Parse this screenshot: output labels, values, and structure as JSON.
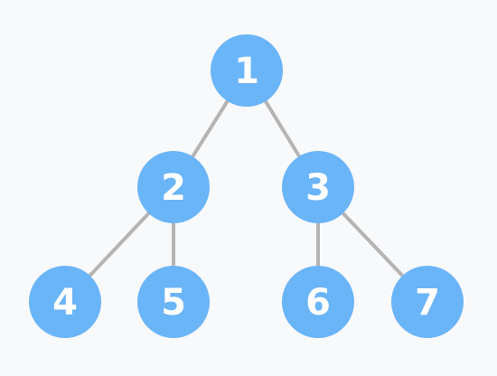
{
  "tree": {
    "background_color": "#f8f9fb",
    "node_color": "#6ab4f8",
    "edge_color": "#b4b4b4",
    "label_color": "#ffffff",
    "nodes": [
      {
        "id": "n1",
        "label": "1"
      },
      {
        "id": "n2",
        "label": "2"
      },
      {
        "id": "n3",
        "label": "3"
      },
      {
        "id": "n4",
        "label": "4"
      },
      {
        "id": "n5",
        "label": "5"
      },
      {
        "id": "n6",
        "label": "6"
      },
      {
        "id": "n7",
        "label": "7"
      }
    ],
    "edges": [
      {
        "from": "n1",
        "to": "n2"
      },
      {
        "from": "n1",
        "to": "n3"
      },
      {
        "from": "n2",
        "to": "n4"
      },
      {
        "from": "n2",
        "to": "n5"
      },
      {
        "from": "n3",
        "to": "n6"
      },
      {
        "from": "n3",
        "to": "n7"
      }
    ]
  }
}
